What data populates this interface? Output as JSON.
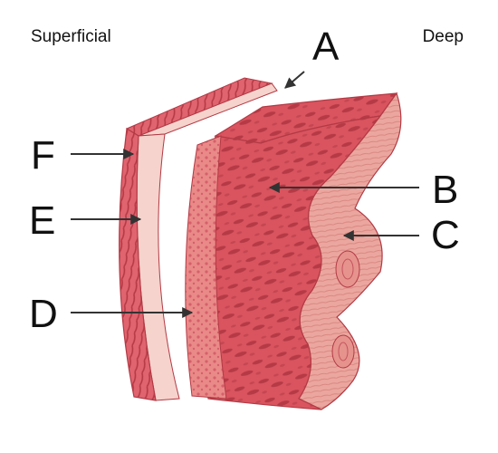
{
  "orientation": {
    "superficial": "Superficial",
    "deep": "Deep"
  },
  "labels": {
    "a": "A",
    "b": "B",
    "c": "C",
    "d": "D",
    "e": "E",
    "f": "F"
  },
  "colors": {
    "deep_tissue": "#d9545e",
    "deep_tissue_pattern": "#b53a46",
    "fiber_layer": "#e9a09a",
    "pale_layer": "#f6d3cc",
    "outer_band": "#e06470",
    "outline": "#b23a45",
    "arrow": "#333333"
  }
}
